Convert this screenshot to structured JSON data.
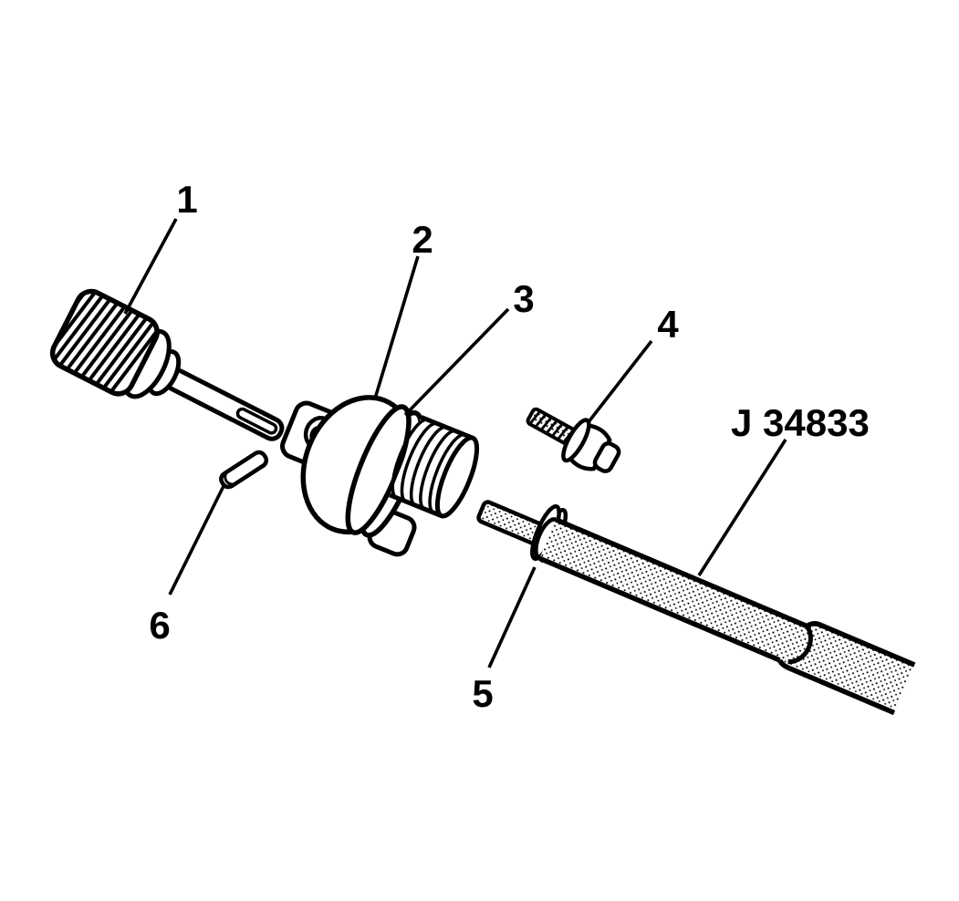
{
  "diagram": {
    "type": "exploded-parts-illustration",
    "background_color": "#ffffff",
    "line_color": "#000000",
    "callouts": [
      {
        "label": "1"
      },
      {
        "label": "2"
      },
      {
        "label": "3"
      },
      {
        "label": "4"
      },
      {
        "label": "5"
      },
      {
        "label": "6"
      }
    ],
    "tool_label": "J 34833"
  }
}
